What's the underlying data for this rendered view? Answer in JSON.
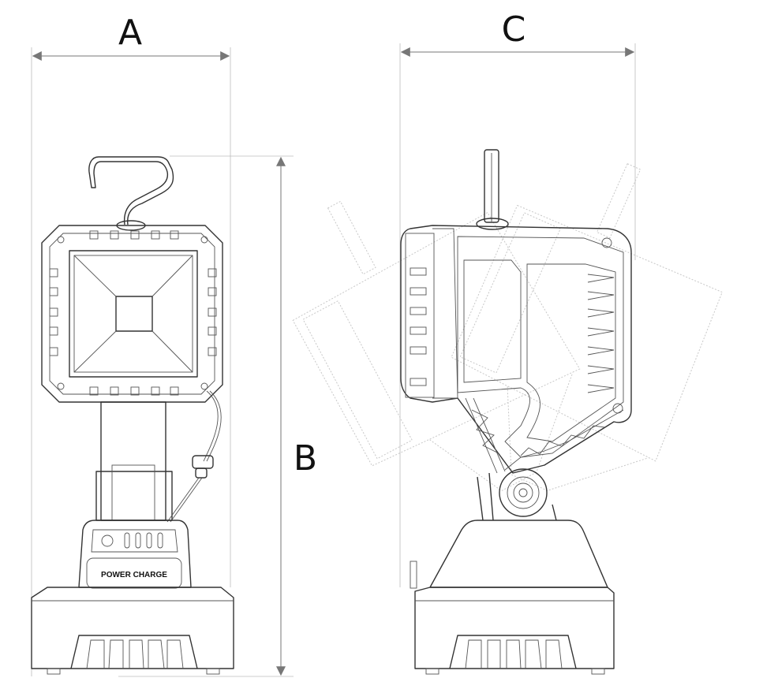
{
  "dimensions": {
    "width_front": "A",
    "height": "B",
    "width_side": "C"
  },
  "product": {
    "badge_label": "POWER CHARGE"
  },
  "colors": {
    "line": "#333333",
    "extension_line": "#bbbbbb",
    "arrow": "#777777",
    "ghost": "#c8c8c8"
  }
}
